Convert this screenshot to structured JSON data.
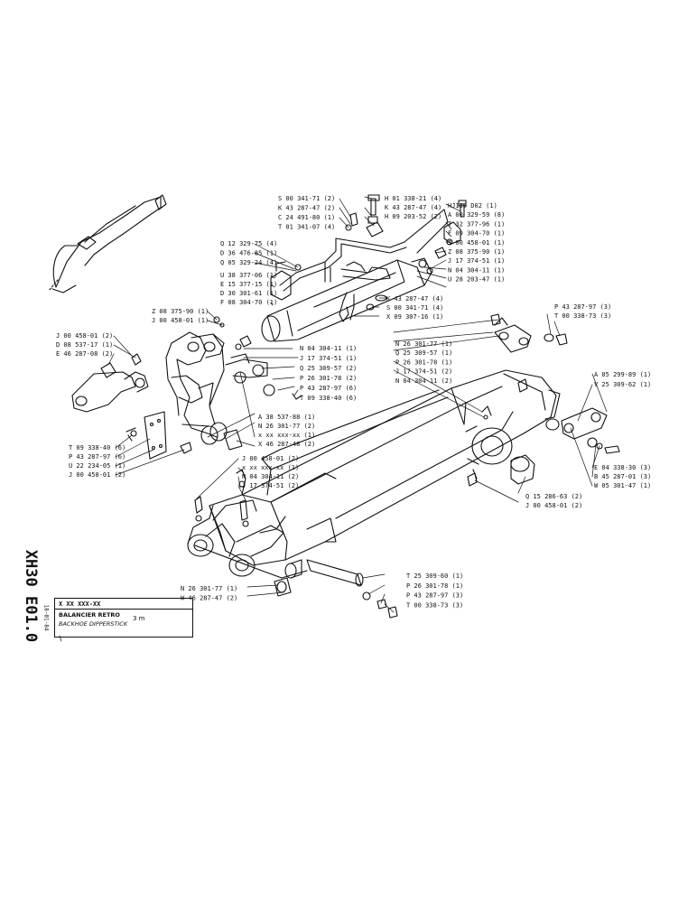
{
  "document": {
    "code": "XH30 E01.0",
    "date": "18-01-84",
    "ref": "X XX XXX-XX",
    "title_fr": "BALANCIER RETRO",
    "title_en": "BACKHOE DIPPERSTICK",
    "size": "3 m"
  },
  "labels": {
    "upper_left": [
      "S 00 341-71 (2)",
      "K 43 287-47 (2)",
      "C 24 491-80 (1)",
      "T 01 341-07 (4)"
    ],
    "upper_mid": [
      "H 01 338-21 (4)",
      "K 43 287-47 (4)",
      "H 09 203-52 (2)"
    ],
    "upper_right": [
      "HJ120 D02 (1)",
      "A 00 329-59 (8)",
      "T 32 377-96 (1)",
      "F 09 304-70 (1)",
      "J 00 458-01 (1)",
      "Z 08 375-90 (1)",
      "J 17 374-51 (1)",
      "N 04 304-11 (1)",
      "U 28 203-47 (1)"
    ],
    "mid_right": [
      "K 43 287-47 (4)",
      "S 00 341-71 (4)",
      "X 09 307-16 (1)"
    ],
    "cylinder_left": [
      "Q 12 329-75 (4)",
      "D 36 476-85 (1)",
      "Q 05 329-24 (4)"
    ],
    "cylinder_left2": [
      "U 38 377-06 (1)",
      "E 15 377-15 (1)",
      "D 30 301-61 (1)",
      "F 08 304-70 (1)"
    ],
    "rod_left": [
      "Z 08 375-90 (1)",
      "J 00 458-01 (1)"
    ],
    "link_left": [
      "J 00 458-01 (2)",
      "D 08 537-17 (1)",
      "E 46 287-08 (2)"
    ],
    "pivot_mid": [
      "N 04 304-11 (1)",
      "J 17 374-51 (1)",
      "Q 25 309-57 (2)",
      "P 26 301-78 (2)",
      "P 43 287-97 (6)",
      "T 09 338-40 (6)"
    ],
    "head_right": [
      "N 26 301-77 (1)",
      "Q 25 309-57 (1)",
      "P 26 301-78 (1)",
      "J 17 374-51 (2)",
      "N 04 304-11 (2)"
    ],
    "far_right_top": [
      "P 43 287-97 (3)",
      "T 00 338-73 (3)"
    ],
    "far_right": [
      "A 05 299-89 (1)",
      "V 25 309-62 (1)"
    ],
    "far_right_low": [
      "E 04 338-30 (3)",
      "B 45 287-01 (3)",
      "W 05 301-47 (1)"
    ],
    "bushing_right": [
      "Q 15 286-63 (2)",
      "J 00 458-01 (2)"
    ],
    "link_assembly": [
      "A 38 537-88 (1)",
      "N 26 301-77 (2)",
      "x xx xxx-xx (1)",
      "X 46 287-48 (2)"
    ],
    "plate_left": [
      "T 09 338-40 (6)",
      "P 43 287-97 (6)",
      "U 22 234-05 (1)",
      "J 00 458-01 (2)"
    ],
    "lower_mid": [
      "J 00 458-01 (2)",
      "x xx xxx-xx (1)",
      "N 04 304-11 (2)",
      "J 17 374-51 (2)"
    ],
    "pin_right": [
      "T 25 309-60 (1)",
      "P 26 301-78 (1)",
      "P 43 287-97 (3)",
      "T 00 338-73 (3)"
    ],
    "bottom_left": [
      "N 26 301-77 (1)",
      "W 46 287-47 (2)"
    ]
  }
}
